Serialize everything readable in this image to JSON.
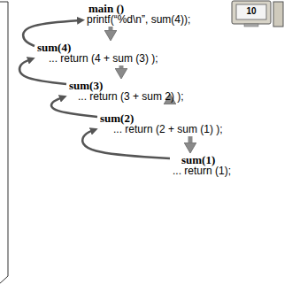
{
  "diagram": {
    "nodes": [
      {
        "text": [
          "main ()",
          "printf(“%d\\n”, sum(4));"
        ]
      },
      {
        "text": [
          "sum(4)",
          "... return (4 + sum (3) );"
        ]
      },
      {
        "text": [
          "sum(3)",
          "... return (3 + sum 2) );"
        ]
      },
      {
        "text": [
          "sum(2)",
          "... return (2 + sum (1) );"
        ]
      },
      {
        "text": [
          "sum(1)",
          "... return (1);"
        ]
      }
    ],
    "edges": [
      {
        "from": 0,
        "to": 1,
        "arrow": "to"
      },
      {
        "from": 1,
        "to": 2,
        "arrow": "to"
      },
      {
        "from": 2,
        "to": 3,
        "arrow": "to"
      },
      {
        "from": 3,
        "to": 4,
        "arrow": "to"
      },
      {
        "from": 1,
        "to": 0,
        "arrow": "to"
      },
      {
        "from": 2,
        "to": 1,
        "arrow": "to"
      },
      {
        "from": 3,
        "to": 2,
        "arrow": "to"
      },
      {
        "from": 4,
        "to": 3,
        "arrow": "to"
      }
    ],
    "labels": [
      "10"
    ]
  }
}
